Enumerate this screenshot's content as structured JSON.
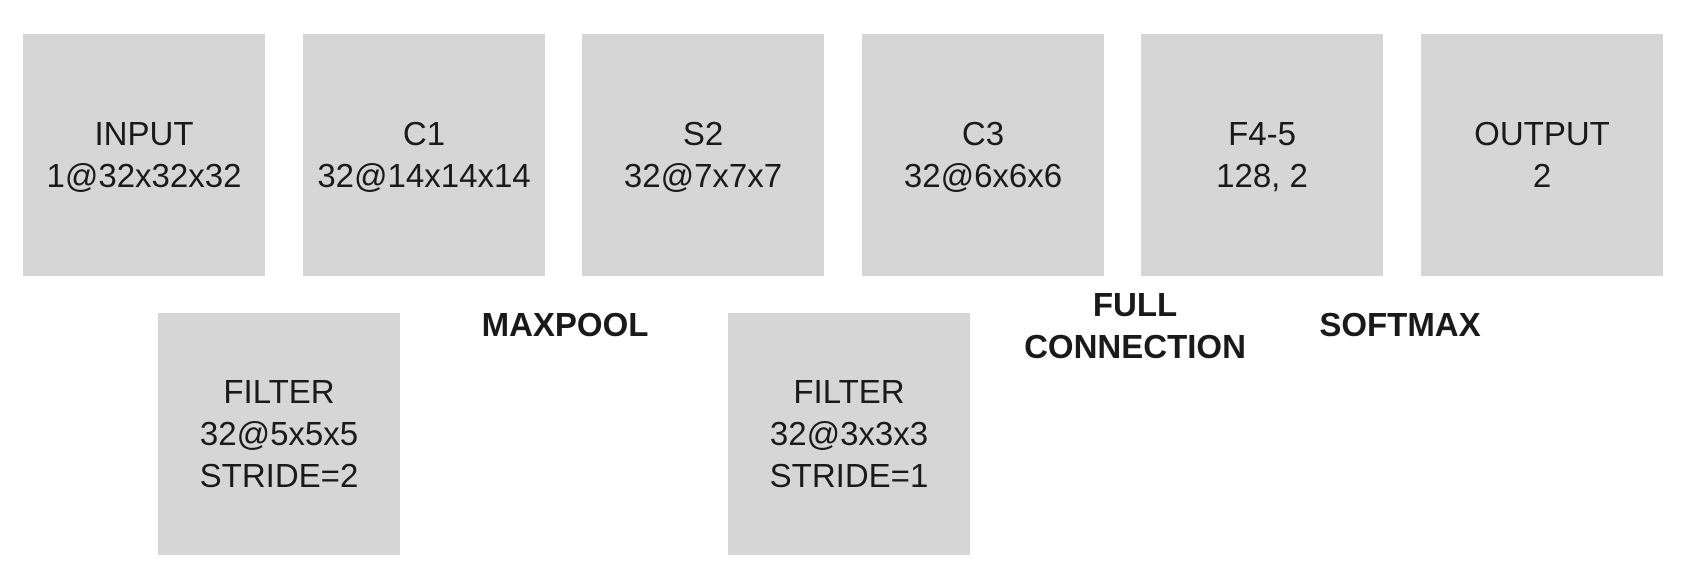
{
  "layers": {
    "input": {
      "name": "INPUT",
      "shape": "1@32x32x32"
    },
    "c1": {
      "name": "C1",
      "shape": "32@14x14x14"
    },
    "s2": {
      "name": "S2",
      "shape": "32@7x7x7"
    },
    "c3": {
      "name": "C3",
      "shape": "32@6x6x6"
    },
    "f45": {
      "name": "F4-5",
      "shape": "128, 2"
    },
    "output": {
      "name": "OUTPUT",
      "shape": "2"
    }
  },
  "filters": {
    "filter1": {
      "name": "FILTER",
      "shape": "32@5x5x5",
      "stride": "STRIDE=2"
    },
    "filter2": {
      "name": "FILTER",
      "shape": "32@3x3x3",
      "stride": "STRIDE=1"
    }
  },
  "operations": {
    "maxpool": "MAXPOOL",
    "full_connection_line1": "FULL",
    "full_connection_line2": "CONNECTION",
    "softmax": "SOFTMAX"
  }
}
